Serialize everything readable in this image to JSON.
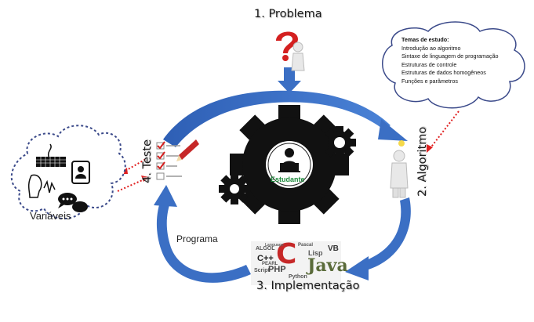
{
  "steps": {
    "problem": "1. Problema",
    "algorithm": "2. Algoritmo",
    "implementation": "3. Implementação",
    "test": "4. Teste"
  },
  "center": {
    "label": "Estudante"
  },
  "program_label": "Programa",
  "variables_label": "Variáveis",
  "study_topics": {
    "title": "Temas de estudo:",
    "items": [
      "Introdução ao algoritmo",
      "Sintaxe de linguagem de programação",
      "Estruturas de controle",
      "Estruturas de dados homogêneos",
      "Funções e parâmetros"
    ]
  },
  "language_cloud": {
    "words": [
      "C++",
      "C",
      "Java",
      "PHP",
      "Lisp",
      "VB",
      "Python",
      "ALGOL",
      "Script",
      "PEARL",
      "Pascal",
      "Language"
    ]
  },
  "colors": {
    "arrow": "#3b6fc4",
    "gear": "#111111",
    "dotted_arrow": "#e02020",
    "check": "#d42020"
  },
  "icons": [
    "question-mark-person-icon",
    "lightbulb-thinker-icon",
    "checklist-pencil-icon",
    "keyboard-icon",
    "id-badge-icon",
    "speaking-head-icon",
    "chat-bubbles-icon",
    "student-laptop-icon"
  ]
}
